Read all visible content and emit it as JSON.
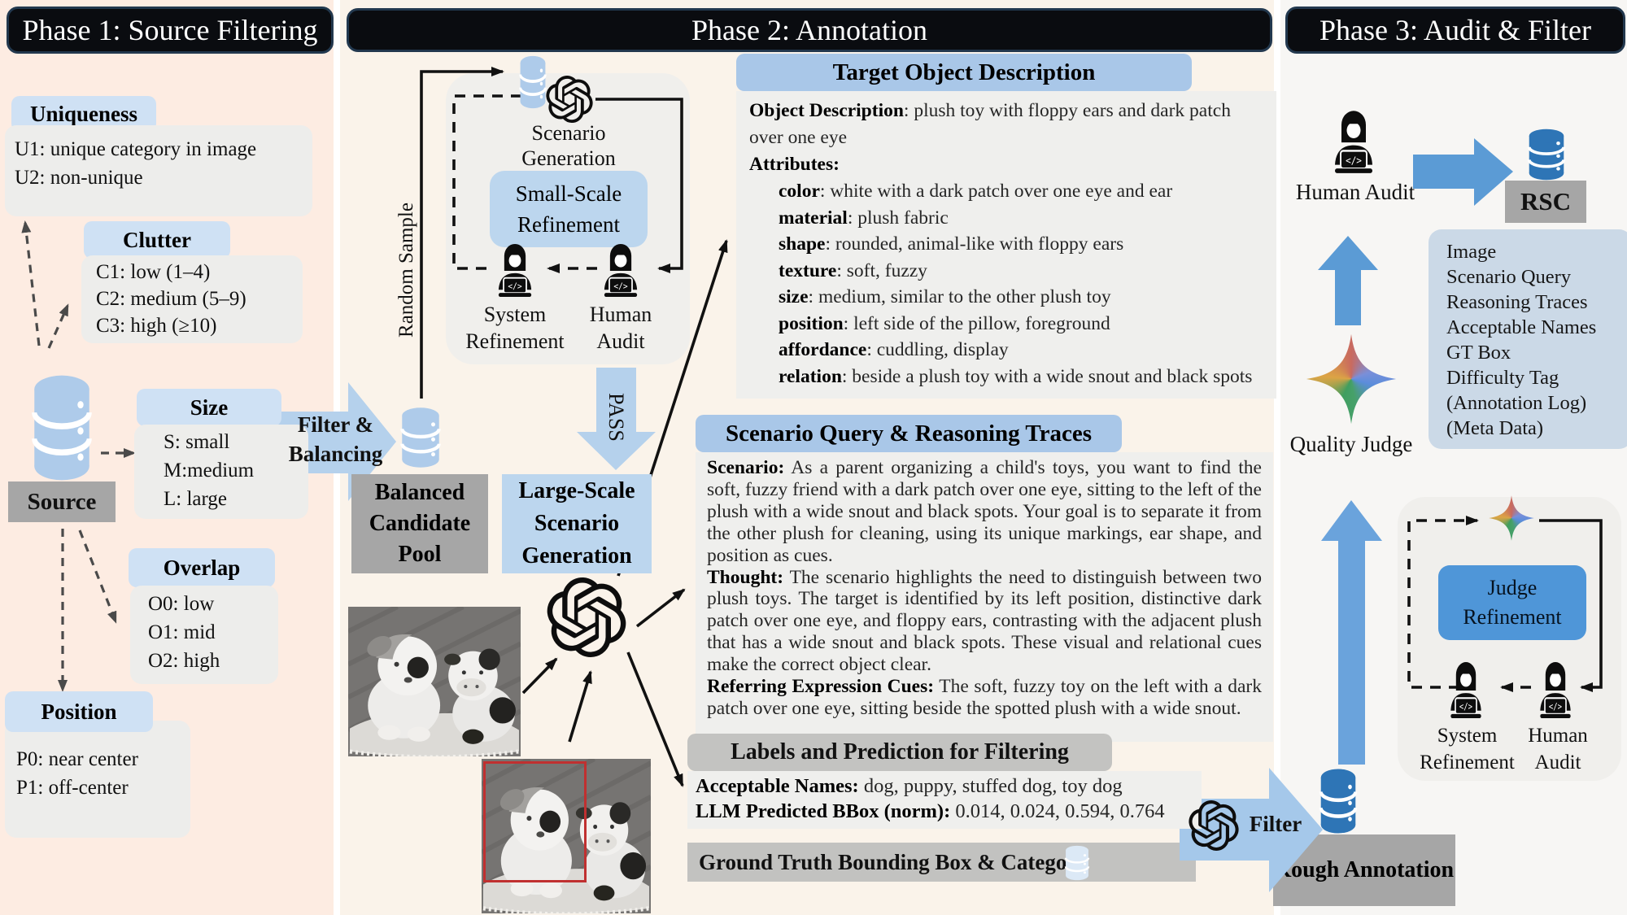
{
  "colors": {
    "phase1_bg": "#fdece2",
    "phase2_bg": "#faf3ea",
    "phase3_bg": "#f7f6f4",
    "header_bg": "#0a0c10",
    "chip_blue": "#cfe1f4",
    "header_blue": "#a9c7e8",
    "box_blue": "#bcd6ee",
    "judge_blue": "#4f96d8",
    "gray_box": "#a6a6a6",
    "db_light_blue": "#aecbea",
    "db_dark_blue": "#2e75b6",
    "arrow_light_blue": "#b5d1ec",
    "arrow_blue": "#5b9bd5",
    "bbox_red": "#c03030"
  },
  "phase1": {
    "title": "Phase 1: Source Filtering",
    "uniqueness": {
      "label": "Uniqueness",
      "lines": [
        "U1: unique category in image",
        "U2: non-unique"
      ]
    },
    "clutter": {
      "label": "Clutter",
      "lines": [
        "C1: low (1–4)",
        "C2: medium (5–9)",
        "C3: high (≥10)"
      ]
    },
    "size": {
      "label": "Size",
      "lines": [
        "S: small",
        "M:medium",
        "L: large"
      ]
    },
    "overlap": {
      "label": "Overlap",
      "lines": [
        "O0: low",
        "O1: mid",
        "O2: high"
      ]
    },
    "position": {
      "label": "Position",
      "lines": [
        "P0: near center",
        "P1: off-center"
      ]
    },
    "source_label": "Source",
    "filter_arrow": {
      "line1": "Filter &",
      "line2": "Balancing"
    }
  },
  "phase2": {
    "title": "Phase 2: Annotation",
    "random_sample": "Random Sample",
    "scenario_generation": "Scenario Generation",
    "small_scale_refinement": "Small-Scale Refinement",
    "system_refinement": "System Refinement",
    "human_audit": "Human Audit",
    "pass_label": "PASS",
    "balanced_pool": "Balanced Candidate Pool",
    "large_scale": "Large-Scale Scenario Generation",
    "target_panel": {
      "title": "Target Object Description",
      "desc_key": "Object Description",
      "desc_val": ": plush toy with floppy ears and dark patch over one eye",
      "attributes_label": "Attributes:",
      "attrs": [
        {
          "key": "color",
          "val": ": white with a dark patch over one eye and ear"
        },
        {
          "key": "material",
          "val": ": plush fabric"
        },
        {
          "key": "shape",
          "val": ": rounded, animal-like with floppy ears"
        },
        {
          "key": "texture",
          "val": ": soft, fuzzy"
        },
        {
          "key": "size",
          "val": ": medium, similar to the other plush toy"
        },
        {
          "key": "position",
          "val": ": left side of the pillow, foreground"
        },
        {
          "key": "affordance",
          "val": ": cuddling, display"
        },
        {
          "key": "relation",
          "val": ": beside a plush toy with a wide snout and black spots"
        }
      ]
    },
    "scenario_panel": {
      "title": "Scenario Query & Reasoning Traces",
      "paras": [
        {
          "key": "Scenario:",
          "text": " As a parent organizing a child's toys, you want to find the soft, fuzzy friend with a dark patch over one eye, sitting to the left of the plush with a wide snout and black spots. Your goal is to separate it from the other plush for cleaning, using its unique markings, ear shape, and position as cues."
        },
        {
          "key": "Thought:",
          "text": " The scenario highlights the need to distinguish between two plush toys. The target is identified by its left position, distinctive dark patch over one eye, and floppy ears, contrasting with the adjacent plush that has a wide snout and black spots. These visual and relational cues make the correct object clear."
        },
        {
          "key": "Referring Expression Cues:",
          "text": " The soft, fuzzy toy on the left with a dark patch over one eye, sitting beside the spotted plush with a wide snout."
        }
      ]
    },
    "labels_panel": {
      "title": "Labels and Prediction for Filtering",
      "names_key": "Acceptable Names:",
      "names_val": " dog, puppy, stuffed dog, toy dog",
      "bbox_key": "LLM Predicted BBox (norm):",
      "bbox_val": " 0.014, 0.024, 0.594, 0.764"
    },
    "gt_bar": "Ground Truth Bounding Box & Category",
    "filter_label": "Filter"
  },
  "phase3": {
    "title": "Phase 3: Audit & Filter",
    "human_audit_top": "Human Audit",
    "rsc": "RSC",
    "outputs": [
      "Image",
      "Scenario Query",
      "Reasoning Traces",
      "Acceptable Names",
      "GT Box",
      "Difficulty Tag",
      "(Annotation Log)",
      "(Meta Data)"
    ],
    "quality_judge": "Quality Judge",
    "judge_refinement": "Judge Refinement",
    "system_refinement": "System Refinement",
    "human_audit_loop": "Human Audit",
    "rough_annotation": "Rough Annotation"
  }
}
